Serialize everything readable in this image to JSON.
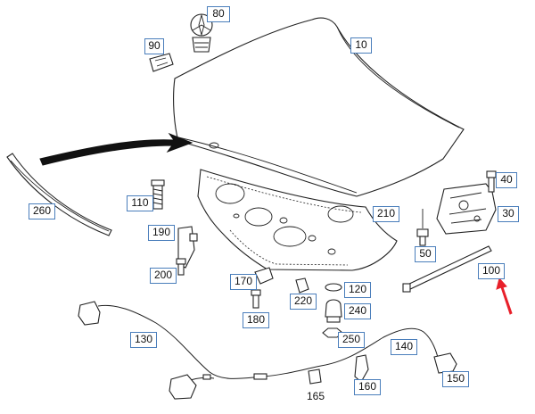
{
  "diagram": {
    "callouts": [
      {
        "id": "c80",
        "text": "80"
      },
      {
        "id": "c90",
        "text": "90"
      },
      {
        "id": "c10",
        "text": "10"
      },
      {
        "id": "c40",
        "text": "40"
      },
      {
        "id": "c30",
        "text": "30"
      },
      {
        "id": "c260",
        "text": "260"
      },
      {
        "id": "c110",
        "text": "110"
      },
      {
        "id": "c210",
        "text": "210"
      },
      {
        "id": "c190",
        "text": "190"
      },
      {
        "id": "c50",
        "text": "50"
      },
      {
        "id": "c100",
        "text": "100"
      },
      {
        "id": "c200",
        "text": "200"
      },
      {
        "id": "c170",
        "text": "170"
      },
      {
        "id": "c120",
        "text": "120"
      },
      {
        "id": "c220",
        "text": "220"
      },
      {
        "id": "c240",
        "text": "240"
      },
      {
        "id": "c180",
        "text": "180"
      },
      {
        "id": "c130",
        "text": "130"
      },
      {
        "id": "c250",
        "text": "250"
      },
      {
        "id": "c140",
        "text": "140"
      },
      {
        "id": "c150",
        "text": "150"
      },
      {
        "id": "c160",
        "text": "160"
      }
    ],
    "plain_label": "165",
    "colors": {
      "callout_border": "#4a7ebb",
      "highlight_arrow": "#e8202a",
      "line": "#222222"
    }
  }
}
